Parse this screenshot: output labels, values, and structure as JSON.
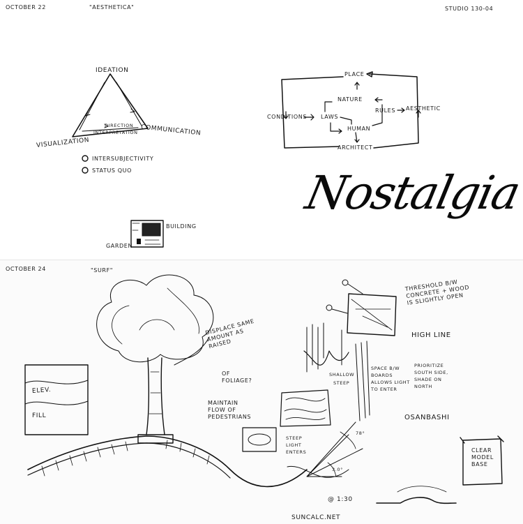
{
  "top_sheet": {
    "date": "OCTOBER 22",
    "title": "\"AESTHETICA\"",
    "studio": "STUDIO 130-04",
    "triangle": {
      "ideation": "IDEATION",
      "visualization": "VISUALIZATION",
      "communication": "COMMUNICATION",
      "edge_direction": "DIRECTION",
      "edge_interpretation": "INTERPRETATION"
    },
    "bullets": [
      "INTERSUBJECTIVITY",
      "STATUS QUO"
    ],
    "diagram": {
      "place": "PLACE",
      "nature": "NATURE",
      "laws": "LAWS",
      "rules": "RULES",
      "aesthetic": "AESTHETIC",
      "conditions": "CONDITIONS",
      "human": "HUMAN",
      "architect": "ARCHITECT"
    },
    "nostalgia": "Nostalgia",
    "garden_label": "GARDEN",
    "building_label": "BUILDING"
  },
  "bottom_sheet": {
    "date": "OCTOBER 24",
    "title": "\"SURF\"",
    "displace_note": "DISPLACE SAME AMOUNT AS RAISED",
    "foliage_note": "OF FOLIAGE?",
    "maintain_note": "MAINTAIN FLOW OF PEDESTRIANS",
    "threshold_note": "THRESHOLD B/W CONCRETE + WOOD IS SLIGHTLY OPEN",
    "high_line": "HIGH LINE",
    "space_note": "SPACE B/W BOARDS ALLOWS LIGHT TO ENTER",
    "prioritize_note": "PRIORITIZE SOUTH SIDE, SHADE ON NORTH",
    "osanbashi": "OSANBASHI",
    "steep_note": "STEEP",
    "shallow_note": "SHALLOW",
    "steep_light_note": "STEEP LIGHT ENTERS",
    "clear_model": "CLEAR MODEL BASE",
    "elev": "ELEV.",
    "fill": "FILL",
    "scale": "@ 1:30",
    "suncalc": "SUNCALC.NET",
    "angle_a": "3.0°",
    "angle_b": "78°"
  }
}
